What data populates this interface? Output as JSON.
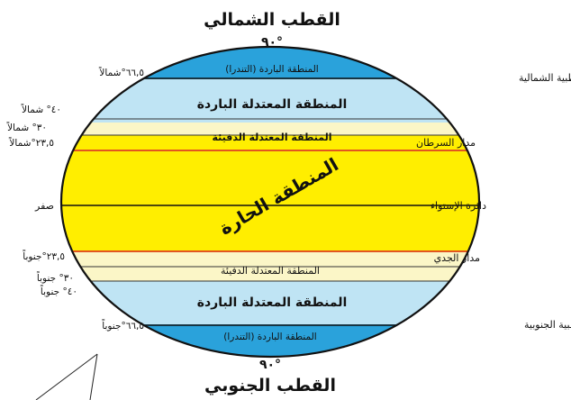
{
  "poles": {
    "north": "القطب الشمالي",
    "south": "القطب الجنوبي",
    "north_deg": "٩٠°",
    "south_deg": "٩٠°"
  },
  "zones": {
    "north_frigid": "المنطقة الباردة (التندرا)",
    "north_cold_temperate": "المنطقة المعتدلة الباردة",
    "north_warm_temperate": "المنطقة المعتدلة الدفيئة",
    "torrid": "المنطقة الحارة",
    "south_warm_temperate": "المنطقة المعتدلة الدفيئة",
    "south_cold_temperate": "المنطقة المعتدلة الباردة",
    "south_frigid": "المنطقة الباردة (التندرا)"
  },
  "circles": {
    "arctic": "الدائرة القطبية الشمالية",
    "cancer": "مدار السرطان",
    "equator": "دائرة الإستواء",
    "capricorn": "مدار الجدي",
    "antarctic": "الدائرة القطبية الجنوبية"
  },
  "latitudes": {
    "n66": "٦٦,٥°شمالاً",
    "n40": "٤٠° شمالاً",
    "n30": "٣٠° شمالاً",
    "n23": "٢٣,٥°شمالاً",
    "zero": "صفر",
    "s23": "٢٣,٥°جنوباً",
    "s30": "٣٠° جنوباً",
    "s40": "٤٠° جنوباً",
    "s66": "٦٦,٥°جنوباً"
  },
  "colors": {
    "frigid": "#2aa2db",
    "cold_temperate": "#bfe4f4",
    "warm_temperate": "#fbf6c7",
    "torrid": "#ffee00",
    "tropic_line": "#d8232a",
    "torrid_text": "#e0191f"
  }
}
